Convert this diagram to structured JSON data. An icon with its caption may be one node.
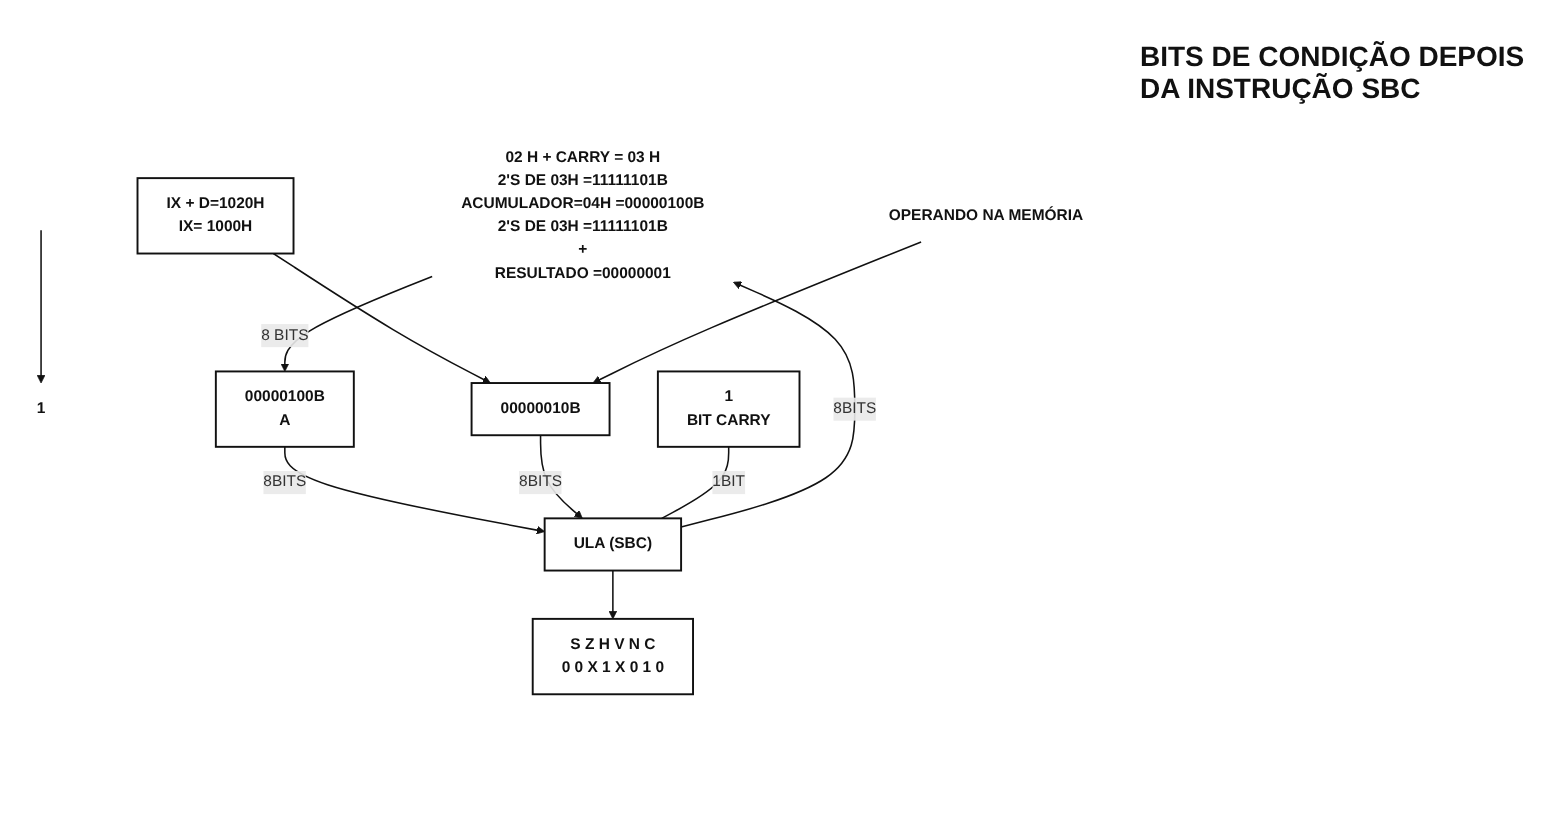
{
  "diagram": {
    "nodes": [
      {
        "text": [
          "02 H + CARRY = 03 H",
          "2'S DE 03H =11111101B",
          "ACUMULADOR=04H =00000100B",
          "2'S DE 03H =11111101B",
          "+",
          "RESULTADO =00000001"
        ]
      },
      {
        "text": [
          "ULA (SBC)"
        ]
      },
      {
        "text": [
          "S Z H V N C",
          "0 0 X 1 X 0 1 0"
        ]
      },
      {
        "text": [
          "1"
        ]
      },
      {
        "text": [
          "00000100B",
          "A"
        ]
      },
      {
        "text": [
          "00000010B"
        ]
      },
      {
        "text": [
          "IX + D=1020H",
          "IX= 1000H"
        ]
      },
      {
        "text": [
          "1",
          "BIT CARRY"
        ]
      },
      {
        "text": [
          "OPERANDO NA MEMÓRIA"
        ]
      }
    ],
    "edges": [
      {
        "from": 1,
        "to": 0,
        "arrow": "to",
        "label": "8BITS"
      },
      {
        "from": 1,
        "to": 2,
        "arrow": "to"
      },
      {
        "from": 4,
        "to": 1,
        "arrow": "to",
        "label": "8BITS"
      },
      {
        "from": 5,
        "to": 1,
        "arrow": "to",
        "label": "8BITS"
      },
      {
        "from": 7,
        "to": 1,
        "arrow": "none",
        "label": "1BIT"
      },
      {
        "from": 6,
        "to": 5,
        "arrow": "to"
      },
      {
        "from": 8,
        "to": 5,
        "arrow": "to"
      },
      {
        "from": 0,
        "to": 4,
        "arrow": "to",
        "label": "8 BITS"
      },
      {
        "from": null,
        "to": 3,
        "arrow": "to"
      }
    ],
    "labels": [
      "BITS DE CONDIÇÃO DEPOIS DA INSTRUÇÃO SBC"
    ]
  }
}
